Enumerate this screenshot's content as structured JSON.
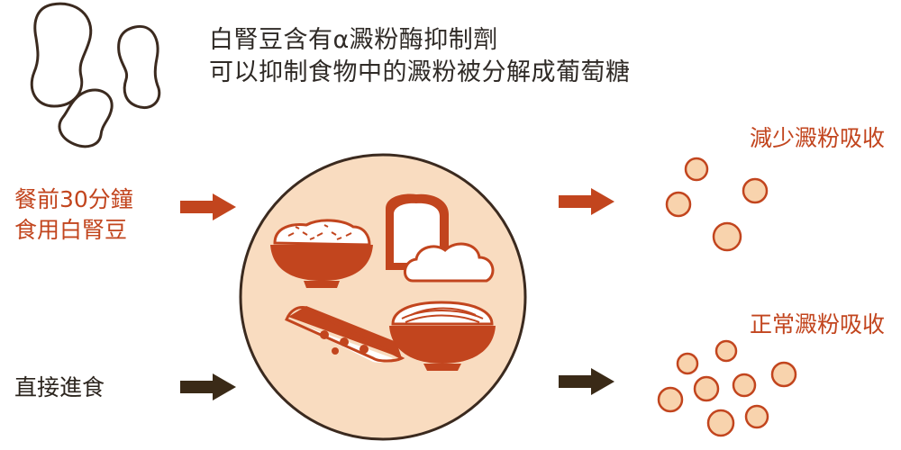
{
  "headline": {
    "line1": "白腎豆含有α澱粉酶抑制劑",
    "line2": "可以抑制食物中的澱粉被分解成葡萄糖"
  },
  "paths": {
    "with_bean": {
      "line1": "餐前30分鐘",
      "line2": "食用白腎豆",
      "result": "減少澱粉吸收"
    },
    "direct": {
      "label": "直接進食",
      "result": "正常澱粉吸收"
    }
  },
  "colors": {
    "accent": "#c2451e",
    "dark_arrow": "#3a2a17",
    "circle_fill": "#f9dcc0",
    "granule_fill": "#f8d3ad",
    "granule_stroke": "#c2451e",
    "outline": "#3b2a1f"
  },
  "icons": [
    "bean-icon",
    "rice-bowl-icon",
    "bread-icon",
    "bun-icon",
    "pizza-slice-icon",
    "noodle-bowl-icon"
  ]
}
